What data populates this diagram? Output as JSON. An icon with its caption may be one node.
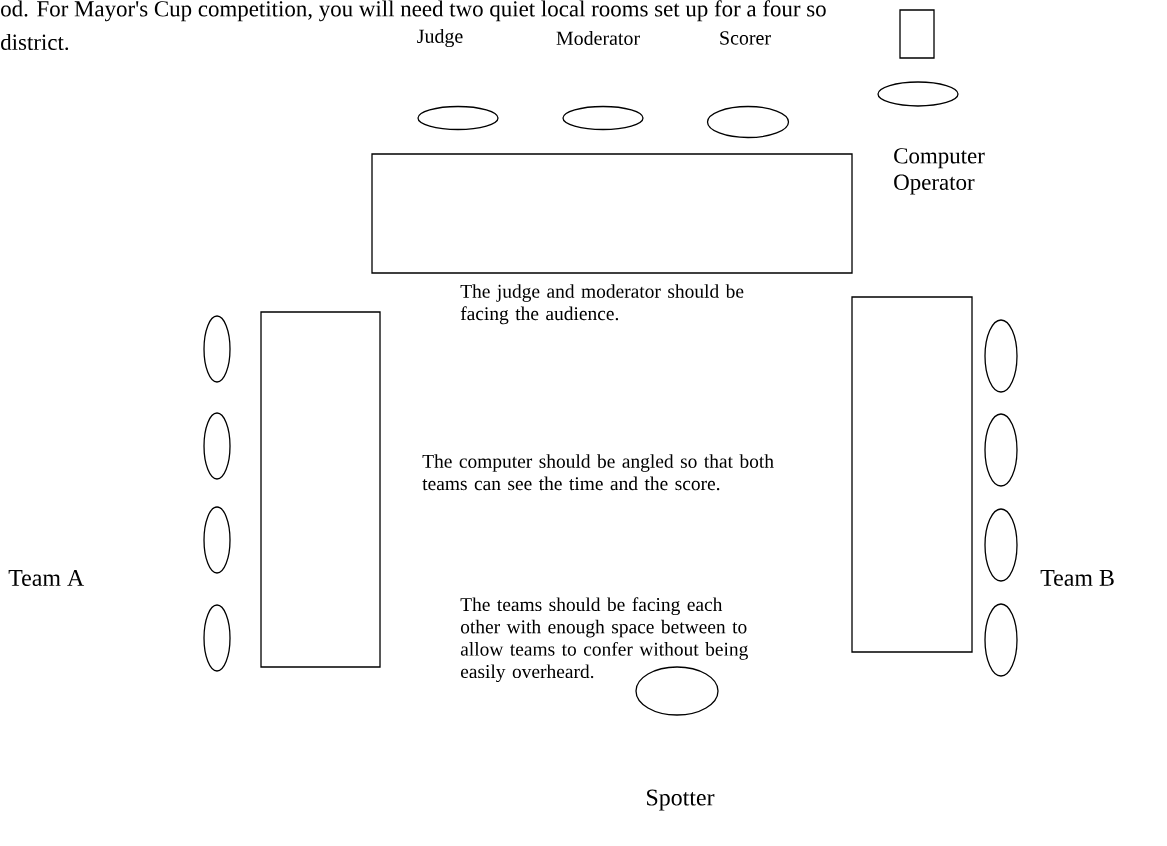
{
  "diagram": {
    "nodes": [
      {
        "text": [],
        "shape": "box"
      },
      {
        "text": [],
        "shape": "ellipse"
      },
      {
        "text": [],
        "shape": "ellipse"
      },
      {
        "text": [],
        "shape": "ellipse"
      },
      {
        "text": [],
        "shape": "ellipse"
      },
      {
        "text": [],
        "shape": "box"
      },
      {
        "text": [],
        "shape": "box"
      },
      {
        "text": [],
        "shape": "box"
      },
      {
        "text": [],
        "shape": "ellipse"
      },
      {
        "text": [],
        "shape": "ellipse"
      },
      {
        "text": [],
        "shape": "ellipse"
      },
      {
        "text": [],
        "shape": "ellipse"
      },
      {
        "text": [],
        "shape": "ellipse"
      },
      {
        "text": [],
        "shape": "ellipse"
      },
      {
        "text": [],
        "shape": "ellipse"
      },
      {
        "text": [],
        "shape": "ellipse"
      },
      {
        "text": [],
        "shape": "ellipse"
      }
    ],
    "labels": [
      "od. For Mayor's Cup competition, you will need two quiet local rooms set up for a four so",
      "district.",
      "Judge",
      "Moderator",
      "Scorer",
      "Computer Operator",
      "The judge and moderator should be facing the audience.",
      "The computer should be angled so that both teams can see the time and the score.",
      "Team A",
      "Team B",
      "The teams should be facing each other with enough space between to allow teams to confer without being easily overheard.",
      "Spotter"
    ]
  }
}
